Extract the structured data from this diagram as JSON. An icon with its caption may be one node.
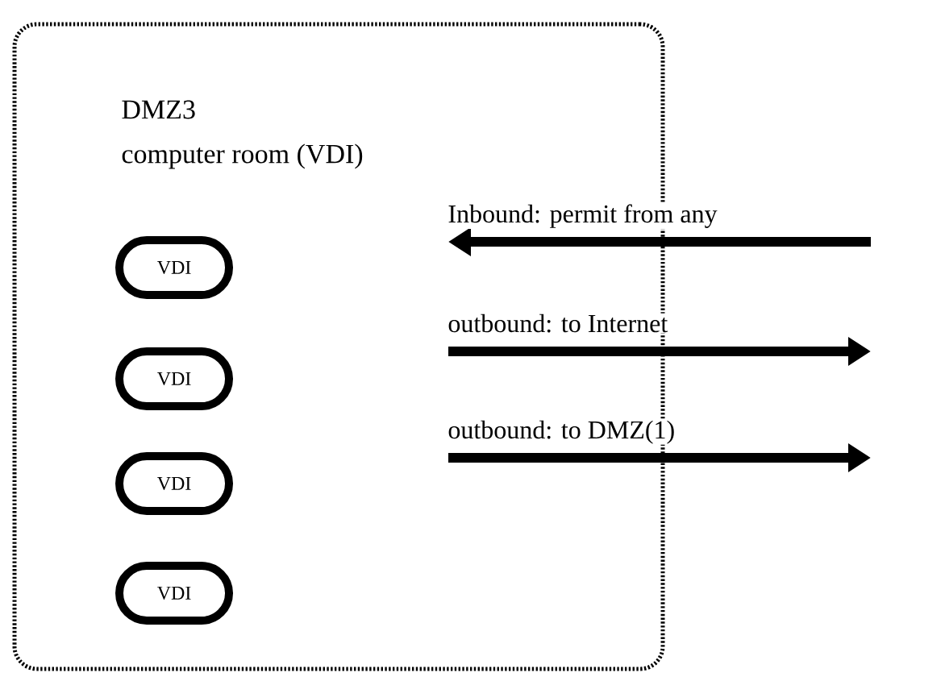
{
  "diagram": {
    "nodes": [
      {
        "text": [
          "DMZ3",
          "computer room (VDI)"
        ]
      },
      {
        "text": [
          "VDI"
        ],
        "in": 0
      },
      {
        "text": [
          "VDI"
        ],
        "in": 0
      },
      {
        "text": [
          "VDI"
        ],
        "in": 0
      },
      {
        "text": [
          "VDI"
        ],
        "in": 0
      }
    ],
    "labels": [
      "Inbound: permit from any",
      "outbound: to Internet",
      "outbound: to DMZ(1)"
    ]
  }
}
